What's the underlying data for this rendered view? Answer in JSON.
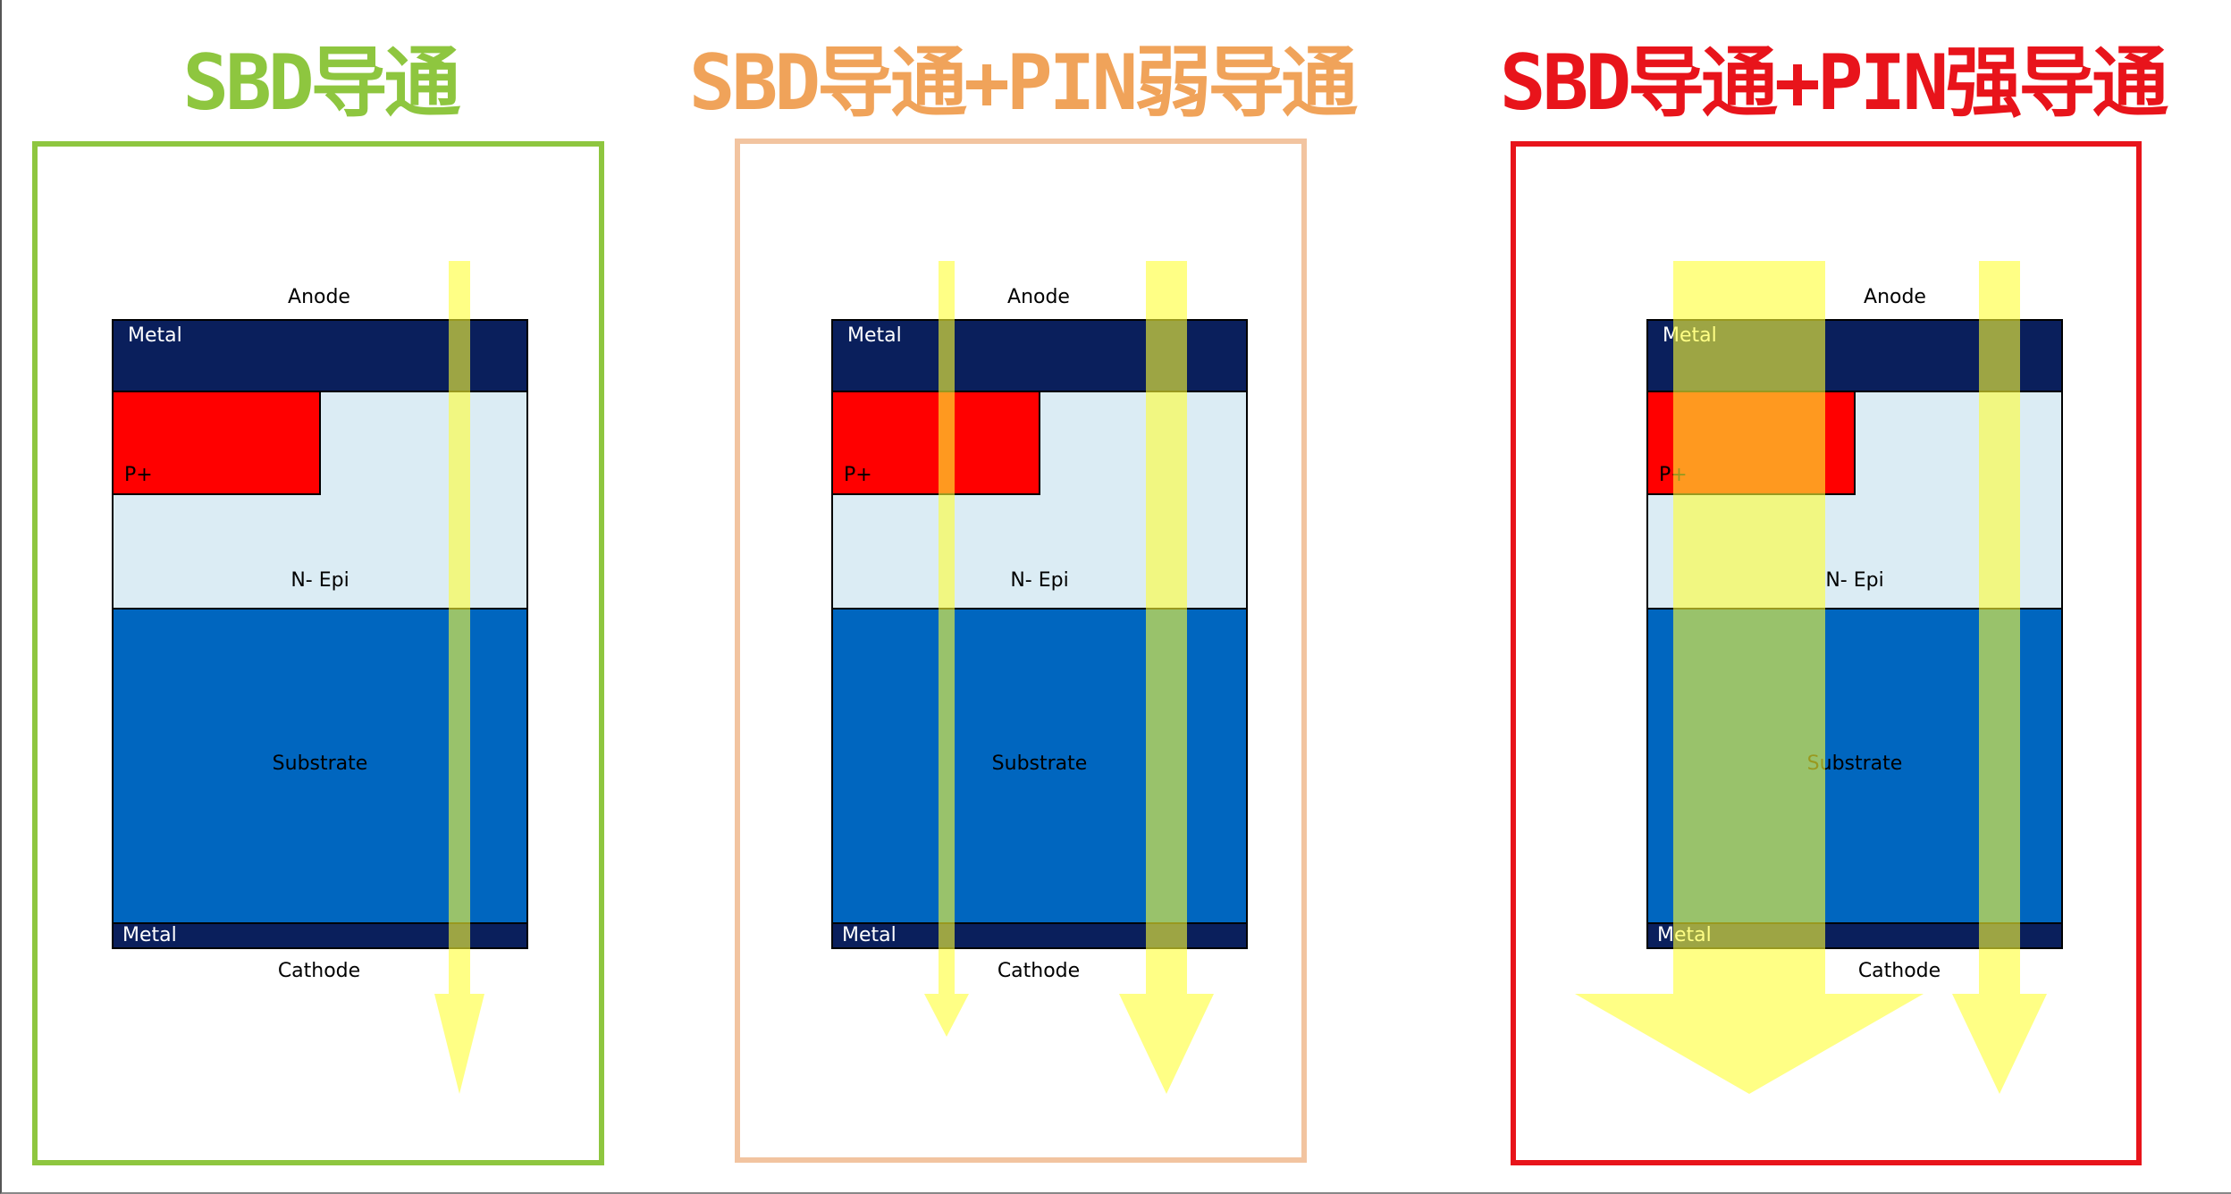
{
  "colors": {
    "metal": "#0a1f5c",
    "p_plus": "#ff0000",
    "n_epi": "#dbecf4",
    "substrate": "#0066bf",
    "arrow": "#ffff33",
    "metal_text": "#ffffff",
    "dark_text": "#000000"
  },
  "panels": [
    {
      "title": "SBD导通",
      "title_color": "#8ec63f",
      "frame_color": "#8ec63f",
      "labels": {
        "anode": "Anode",
        "cathode": "Cathode",
        "metal_top": "Metal",
        "p_plus": "P+",
        "n_epi": "N- Epi",
        "substrate": "Substrate",
        "metal_bottom": "Metal"
      }
    },
    {
      "title": "SBD导通+PIN弱导通",
      "title_color": "#f0a35a",
      "frame_color": "#f2c4a0",
      "labels": {
        "anode": "Anode",
        "cathode": "Cathode",
        "metal_top": "Metal",
        "p_plus": "P+",
        "n_epi": "N- Epi",
        "substrate": "Substrate",
        "metal_bottom": "Metal"
      }
    },
    {
      "title": "SBD导通+PIN强导通",
      "title_color": "#e8141b",
      "frame_color": "#e8141b",
      "labels": {
        "anode": "Anode",
        "cathode": "Cathode",
        "metal_top": "Metal",
        "p_plus": "P+",
        "n_epi": "N- Epi",
        "substrate": "Substrate",
        "metal_bottom": "Metal"
      }
    }
  ],
  "current_arrows": [
    {
      "panel": 0,
      "path": "SBD",
      "strength": "normal"
    },
    {
      "panel": 1,
      "path": "PIN",
      "strength": "weak"
    },
    {
      "panel": 1,
      "path": "SBD",
      "strength": "normal"
    },
    {
      "panel": 2,
      "path": "PIN",
      "strength": "strong"
    },
    {
      "panel": 2,
      "path": "SBD",
      "strength": "normal"
    }
  ]
}
